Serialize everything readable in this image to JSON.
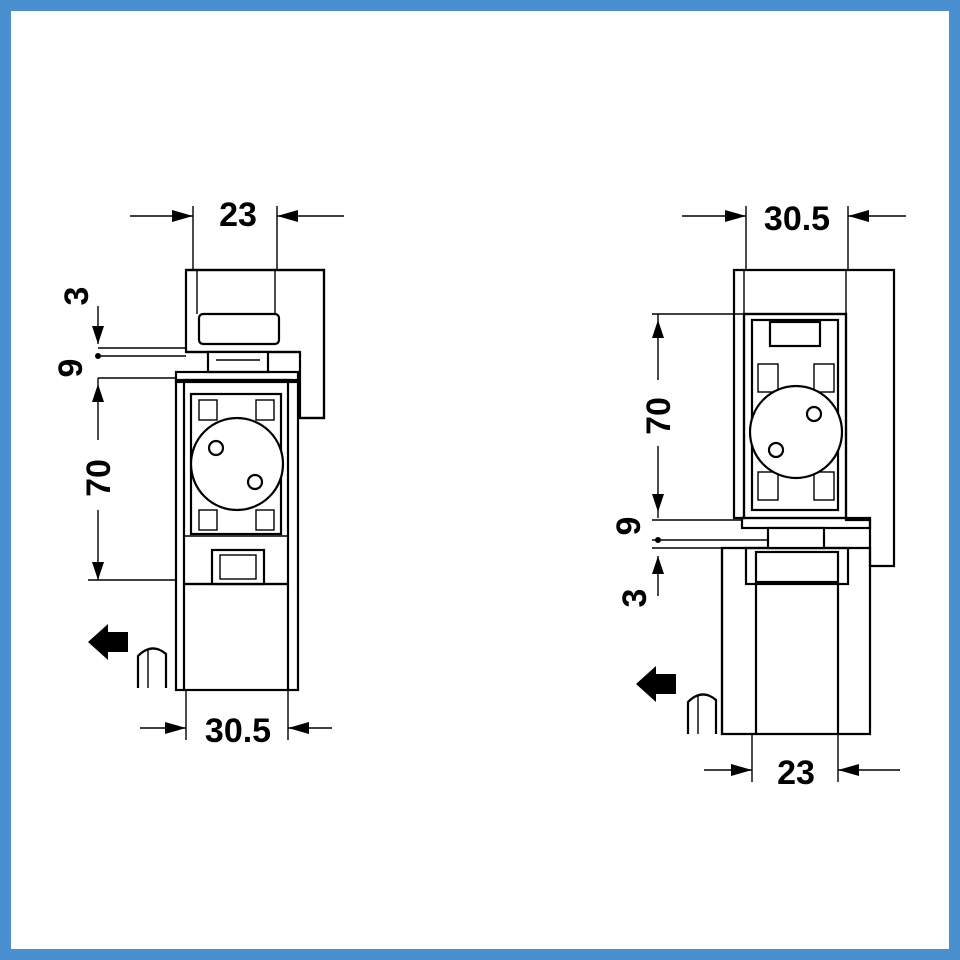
{
  "diagram": {
    "left": {
      "top_width": "23",
      "bottom_width": "30.5",
      "gap_top": "3",
      "gap_mid": "9",
      "height": "70"
    },
    "right": {
      "top_width": "30.5",
      "bottom_width": "23",
      "gap_top": "9",
      "gap_bottom": "3",
      "height": "70"
    },
    "colors": {
      "frame": "#4a8fd0",
      "ink": "#000000"
    },
    "icons": [
      "arrow-left-icon",
      "door-stop-icon"
    ]
  }
}
